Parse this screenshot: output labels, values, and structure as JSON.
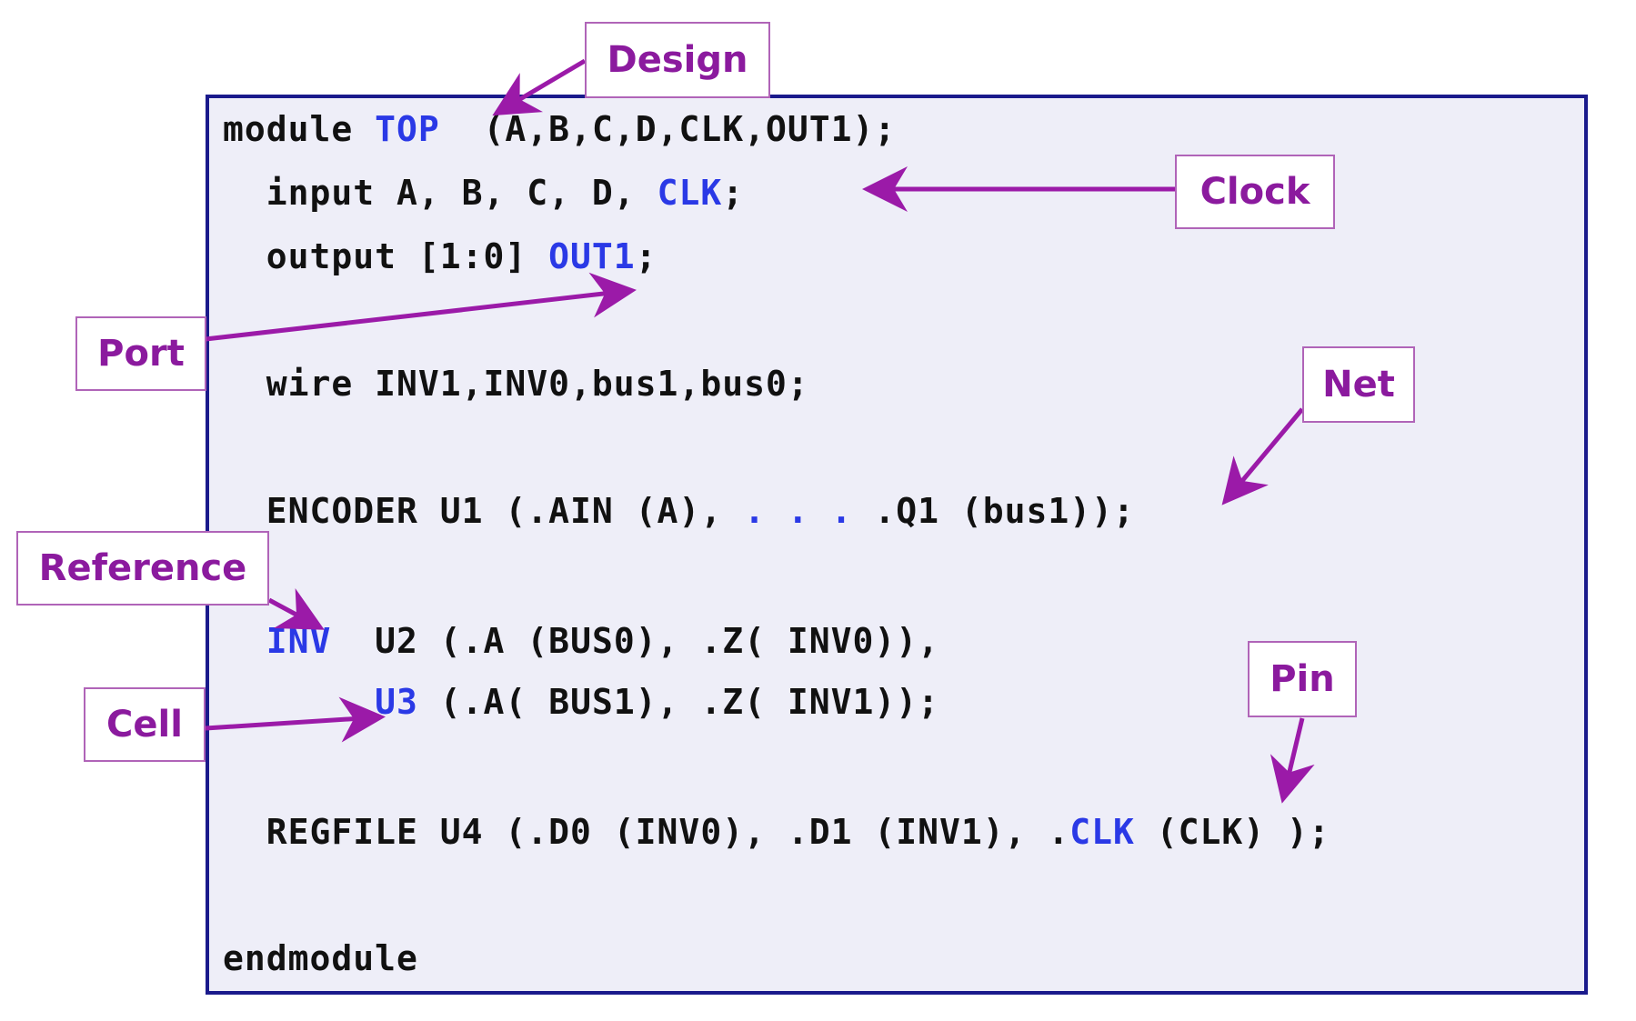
{
  "colors": {
    "keyword_highlight": "#2a39e6",
    "label_text": "#8b1a9e",
    "arrow": "#9b1aa8",
    "box_border": "#1a1a8c",
    "box_fill": "#eeeef8"
  },
  "code": {
    "l1": {
      "a": "module ",
      "b": "TOP",
      "c": "  (A,B,C,D,CLK,OUT1);"
    },
    "l2": {
      "a": "  input A, B, C, D, ",
      "b": "CLK",
      "c": ";"
    },
    "l3": {
      "a": "  output [1:0] ",
      "b": "OUT1",
      "c": ";"
    },
    "l4": {
      "a": "  wire INV1,INV0,bus1,bus0;"
    },
    "l5": {
      "a": "  ENCODER U1 (.AIN (A), ",
      "b": ". . .",
      "c": " .Q1 (bus1));"
    },
    "l6": {
      "a": "  ",
      "b": "INV",
      "c": "  U2 (.A (BUS0), .Z( INV0)),"
    },
    "l7": {
      "a": "       ",
      "b": "U3",
      "c": " (.A( BUS1), .Z( INV1));"
    },
    "l8": {
      "a": "  REGFILE U4 (.D0 (INV0), .D1 (INV1), .",
      "b": "CLK",
      "c": " (CLK) );"
    },
    "l9": {
      "a": "endmodule"
    }
  },
  "labels": {
    "design": "Design",
    "clock": "Clock",
    "port": "Port",
    "net": "Net",
    "reference": "Reference",
    "cell": "Cell",
    "pin": "Pin"
  }
}
